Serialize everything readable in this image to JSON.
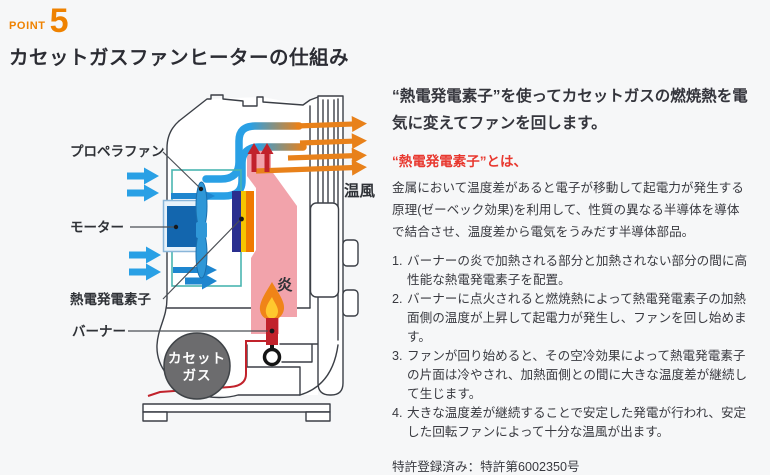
{
  "accent_color": "#ef8200",
  "header": {
    "point_label": "POINT",
    "point_number": "5",
    "title": "カセットガスファンヒーターの仕組み"
  },
  "diagram": {
    "labels": {
      "propeller_fan": "プロペラファン",
      "motor": "モーター",
      "thermoelectric": "熱電発電素子",
      "burner": "バーナー",
      "cassette_gas_line1": "カセット",
      "cassette_gas_line2": "ガス",
      "flame": "炎",
      "warm_air": "温風"
    },
    "colors": {
      "cool_air": "#29a0e5",
      "duct_air": "#1e86cf",
      "warm_air": "#e8811a",
      "flame_red": "#c1222b",
      "heat_zone": "#f2a3ab",
      "duct": "#4ab5b0",
      "motor": "#1366ae",
      "fan": "#2f97d7",
      "element_navy": "#2a2f8f",
      "element_yellow": "#f5c400",
      "element_orange": "#ef7a00",
      "flame_outer": "#f08418",
      "flame_inner": "#ffc82e",
      "canister": "#6c6c6e",
      "outline": "#3b3f46"
    }
  },
  "article": {
    "lead": "“熱電発電素子”を使ってカセットガスの燃焼熱を電\n気に変えてファンを回します。",
    "sub_heading": "“熱電発電素子”とは、",
    "sub_body": "金属において温度差があると電子が移動して起電力が発生する\n原理(ゼーベック効果)を利用して、性質の異なる半導体を導体\nで結合させ、温度差から電気をうみだす半導体部品。",
    "steps": [
      {
        "num": "1.",
        "text": "バーナーの炎で加熱される部分と加熱されない部分の間に高\n性能な熱電発電素子を配置。"
      },
      {
        "num": "2.",
        "text": "バーナーに点火されると燃焼熱によって熱電発電素子の加熱\n面側の温度が上昇して起電力が発生し、ファンを回し始めま\nす。"
      },
      {
        "num": "3.",
        "text": "ファンが回り始めると、その空冷効果によって熱電発電素子\nの片面は冷やされ、加熱面側との間に大きな温度差が継続し\nて生じます。"
      },
      {
        "num": "4.",
        "text": "大きな温度差が継続することで安定した発電が行われ、安定\nした回転ファンによって十分な温風が出ます。"
      }
    ],
    "patent": "特許登録済み：特許第6002350号"
  }
}
